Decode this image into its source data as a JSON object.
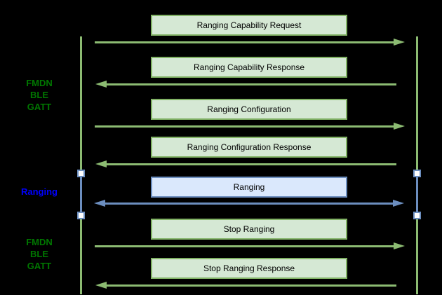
{
  "side_labels": [
    {
      "lines": [
        "FMDN",
        "BLE",
        "GATT"
      ],
      "color": "#007700"
    },
    {
      "lines": [
        "Ranging"
      ],
      "color": "#0000ff"
    },
    {
      "lines": [
        "FMDN",
        "BLE",
        "GATT"
      ],
      "color": "#007700"
    }
  ],
  "messages": [
    {
      "label": "Ranging Capability Request",
      "direction": "right",
      "scheme": "green"
    },
    {
      "label": "Ranging Capability Response",
      "direction": "left",
      "scheme": "green"
    },
    {
      "label": "Ranging Configuration",
      "direction": "right",
      "scheme": "green"
    },
    {
      "label": "Ranging Configuration Response",
      "direction": "left",
      "scheme": "green"
    },
    {
      "label": "Ranging",
      "direction": "both",
      "scheme": "blue"
    },
    {
      "label": "Stop Ranging",
      "direction": "right",
      "scheme": "green"
    },
    {
      "label": "Stop Ranging Response",
      "direction": "left",
      "scheme": "green"
    }
  ],
  "colors": {
    "background": "#000000",
    "green_box_fill": "#d5e8d4",
    "green_box_stroke": "#82b366",
    "green_line": "#8cbb72",
    "blue_box_fill": "#dae8fc",
    "blue_box_stroke": "#6c8ebf",
    "blue_line": "#6c8ebf",
    "label_green": "#007700",
    "label_blue": "#0000ff",
    "activation_fill": "#ffffff",
    "box_text": "#000000"
  }
}
